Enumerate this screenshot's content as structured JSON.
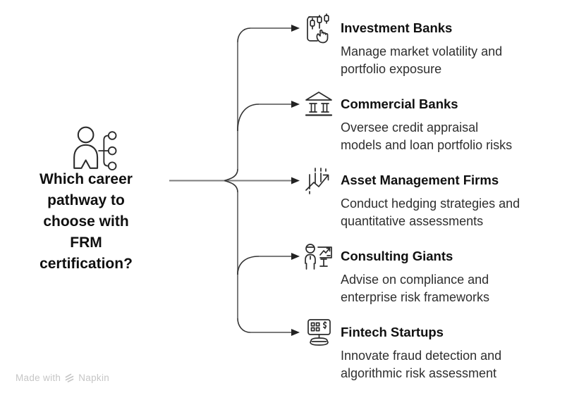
{
  "center": {
    "icon": "person-orgchart-icon",
    "title_lines": [
      "Which career",
      "pathway to",
      "choose with",
      "FRM",
      "certification?"
    ]
  },
  "branches": [
    {
      "icon": "candlestick-hand-icon",
      "title": "Investment Banks",
      "desc_lines": [
        "Manage market volatility and",
        "portfolio exposure"
      ]
    },
    {
      "icon": "bank-building-icon",
      "title": "Commercial Banks",
      "desc_lines": [
        "Oversee credit appraisal",
        "models and loan portfolio risks"
      ]
    },
    {
      "icon": "chart-trend-arrow-icon",
      "title": "Asset Management Firms",
      "desc_lines": [
        "Conduct hedging strategies and",
        "quantitative assessments"
      ]
    },
    {
      "icon": "presenter-board-icon",
      "title": "Consulting Giants",
      "desc_lines": [
        "Advise on compliance and",
        "enterprise risk frameworks"
      ]
    },
    {
      "icon": "pos-terminal-icon",
      "title": "Fintech Startups",
      "desc_lines": [
        "Innovate fraud detection and",
        "algorithmic risk assessment"
      ]
    }
  ],
  "watermark": {
    "prefix": "Made with",
    "brand": "Napkin",
    "logo": "napkin-logo-icon"
  },
  "colors": {
    "connector_gray": "#7b7b7b",
    "connector_curve": "#333333",
    "arrowhead": "#222222",
    "title_text": "#101010",
    "body_text": "#2e2e2e",
    "icon_stroke": "#2b2b2b",
    "watermark_text": "#c6c6c6",
    "background": "#ffffff"
  }
}
